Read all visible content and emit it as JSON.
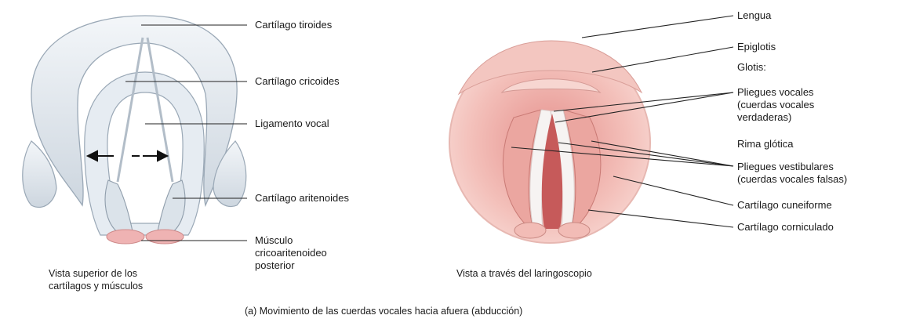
{
  "colors": {
    "cartilage": "#e3e9ef",
    "cartilage_shadow": "#b7c3cf",
    "muscle": "#efb3b3",
    "larynx_pink": "#f1b4ae",
    "larynx_dark": "#c9605e",
    "fold_white": "#f6f3f2",
    "leader_line": "#222222"
  },
  "left_view": {
    "labels": {
      "thyroid": "Cartílago tiroides",
      "cricoid": "Cartílago cricoides",
      "vocal_ligament": "Ligamento vocal",
      "arytenoid": "Cartílago aritenoides",
      "muscle_line1": "Músculo",
      "muscle_line2": "cricoaritenoideo",
      "muscle_line3": "posterior"
    },
    "caption_line1": "Vista superior de los",
    "caption_line2": "cartílagos y músculos"
  },
  "right_view": {
    "labels": {
      "tongue": "Lengua",
      "epiglottis": "Epiglotis",
      "glottis": "Glotis:",
      "vocal_folds_1": "Pliegues vocales",
      "vocal_folds_2": "(cuerdas vocales",
      "vocal_folds_3": "verdaderas)",
      "rima": "Rima glótica",
      "vestibular_1": "Pliegues vestibulares",
      "vestibular_2": "(cuerdas vocales falsas)",
      "cuneiform": "Cartílago cuneiforme",
      "corniculate": "Cartílago corniculado"
    },
    "caption": "Vista a través del laringoscopio"
  },
  "figure_caption": "(a) Movimiento de las cuerdas vocales hacia afuera (abducción)"
}
